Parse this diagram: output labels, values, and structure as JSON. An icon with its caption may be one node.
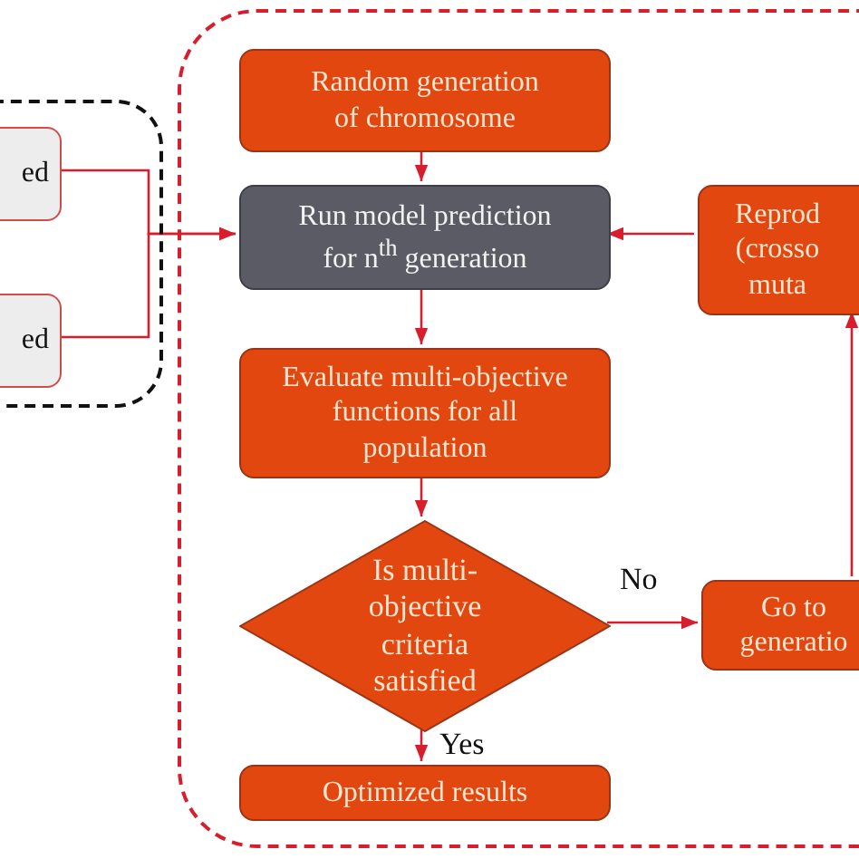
{
  "diagram": {
    "nodes": [
      {
        "text": [],
        "shape": "box"
      },
      {
        "text": [
          "ed"
        ],
        "in": 0
      },
      {
        "text": [
          "ed"
        ],
        "in": 0
      },
      {
        "text": [],
        "shape": "box"
      },
      {
        "text": [
          "Random generation of chromosome"
        ],
        "in": 3
      },
      {
        "text": [
          "Run model prediction for n$^{th}$ generation"
        ],
        "in": 3
      },
      {
        "text": [
          "Reprod (crosso muta"
        ],
        "in": 3
      },
      {
        "text": [
          "Evaluate multi-objective functions for all population"
        ],
        "in": 3
      },
      {
        "text": [
          "Is multi-objective criteria satisfied"
        ],
        "in": 3
      },
      {
        "text": [
          "Go to generatio"
        ],
        "in": 3
      },
      {
        "text": [
          "Optimized results"
        ],
        "in": 3
      }
    ],
    "edges": [
      {
        "from": 1,
        "to": 5,
        "arrow": "to"
      },
      {
        "from": 2,
        "to": 5,
        "arrow": "to"
      },
      {
        "from": 4,
        "to": 5,
        "arrow": "to"
      },
      {
        "from": 5,
        "to": 7,
        "arrow": "to"
      },
      {
        "from": 7,
        "to": 8,
        "arrow": "to"
      },
      {
        "from": 8,
        "to": 9,
        "arrow": "to",
        "label": "No"
      },
      {
        "from": 8,
        "to": 10,
        "arrow": "to",
        "label": "Yes"
      },
      {
        "from": 9,
        "to": 6,
        "arrow": "to"
      },
      {
        "from": 6,
        "to": 5,
        "arrow": "to"
      }
    ]
  }
}
